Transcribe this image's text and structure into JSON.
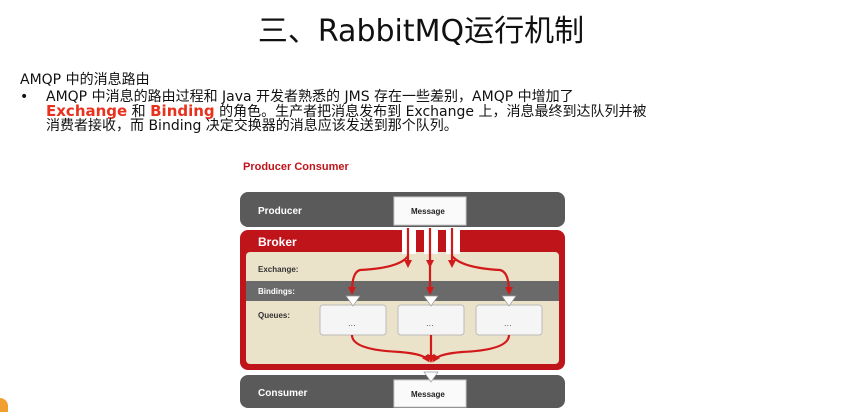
{
  "title": "三、RabbitMQ运行机制",
  "section_heading": "AMQP 中的消息路由",
  "bullet": {
    "marker": "•",
    "part1": "AMQP 中消息的路由过程和 Java 开发者熟悉的 JMS 存在一些差别，AMQP 中增加了",
    "exchange": "Exchange",
    "and": " 和 ",
    "binding": "Binding",
    "part2": " 的角色。生产者把消息发布到 Exchange 上，消息最终到达队列并被",
    "part3": "消费者接收，而 Binding 决定交换器的消息应该发送到那个队列。"
  },
  "diagram": {
    "title": "Producer Consumer",
    "producer_label": "Producer",
    "message_label": "Message",
    "broker_label": "Broker",
    "exchange_label": "Exchange:",
    "bindings_label": "Bindings:",
    "queues_label": "Queues:",
    "queue_items": [
      "...",
      "...",
      "..."
    ],
    "consumer_label": "Consumer",
    "consumer_message_label": "Message",
    "colors": {
      "dark_bar": "#5a5a5a",
      "broker_red": "#c0141b",
      "inner_beige": "#ebe2ca",
      "bindings_bar": "#6a6a6a",
      "arrow_red": "#d21a1a"
    }
  }
}
